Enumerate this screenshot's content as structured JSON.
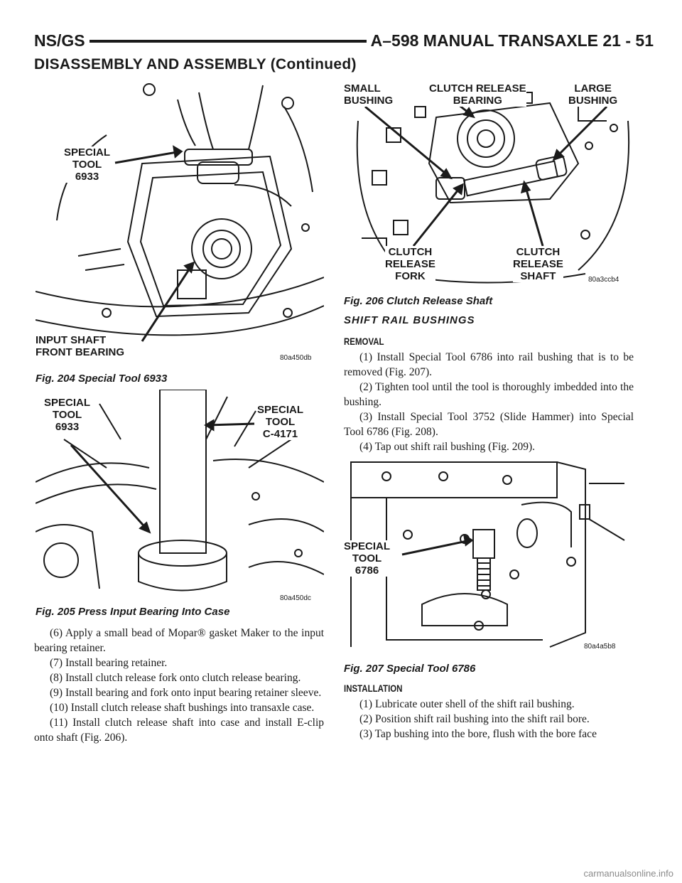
{
  "header": {
    "left": "NS/GS",
    "right": "A–598 MANUAL TRANSAXLE    21 - 51"
  },
  "continued": "DISASSEMBLY AND ASSEMBLY (Continued)",
  "fig204": {
    "callout_tool": "SPECIAL\nTOOL\n6933",
    "callout_bearing": "INPUT SHAFT\nFRONT BEARING",
    "code": "80a450db",
    "caption": "Fig. 204 Special Tool 6933"
  },
  "fig205": {
    "callout_left": "SPECIAL\nTOOL\n6933",
    "callout_right": "SPECIAL\nTOOL\nC-4171",
    "code": "80a450dc",
    "caption": "Fig. 205 Press Input Bearing Into Case"
  },
  "left_steps": [
    "(6) Apply a small bead of Mopar® gasket Maker to the input bearing retainer.",
    "(7) Install bearing retainer.",
    "(8) Install clutch release fork onto clutch release bearing.",
    "(9) Install bearing and fork onto input bearing retainer sleeve.",
    "(10) Install clutch release shaft bushings into transaxle case.",
    "(11) Install clutch release shaft into case and install E-clip onto shaft (Fig. 206)."
  ],
  "fig206": {
    "callout_small": "SMALL\nBUSHING",
    "callout_crb": "CLUTCH RELEASE\nBEARING",
    "callout_large": "LARGE\nBUSHING",
    "callout_fork": "CLUTCH\nRELEASE\nFORK",
    "callout_shaft": "CLUTCH\nRELEASE\nSHAFT",
    "code": "80a3ccb4",
    "caption": "Fig. 206 Clutch Release Shaft"
  },
  "section": "SHIFT RAIL BUSHINGS",
  "removal": {
    "title": "REMOVAL",
    "steps": [
      "(1) Install Special Tool 6786 into rail bushing that is to be removed (Fig. 207).",
      "(2) Tighten tool until the tool is thoroughly imbedded into the bushing.",
      "(3) Install Special Tool 3752 (Slide Hammer) into Special Tool 6786 (Fig. 208).",
      "(4) Tap out shift rail bushing (Fig. 209)."
    ]
  },
  "fig207": {
    "callout_tool": "SPECIAL\nTOOL\n6786",
    "code": "80a4a5b8",
    "caption": "Fig. 207 Special Tool 6786"
  },
  "installation": {
    "title": "INSTALLATION",
    "steps": [
      "(1) Lubricate outer shell of the shift rail bushing.",
      "(2) Position shift rail bushing into the shift rail bore.",
      "(3) Tap bushing into the bore, flush with the bore face"
    ]
  },
  "watermark": "carmanualsonline.info"
}
